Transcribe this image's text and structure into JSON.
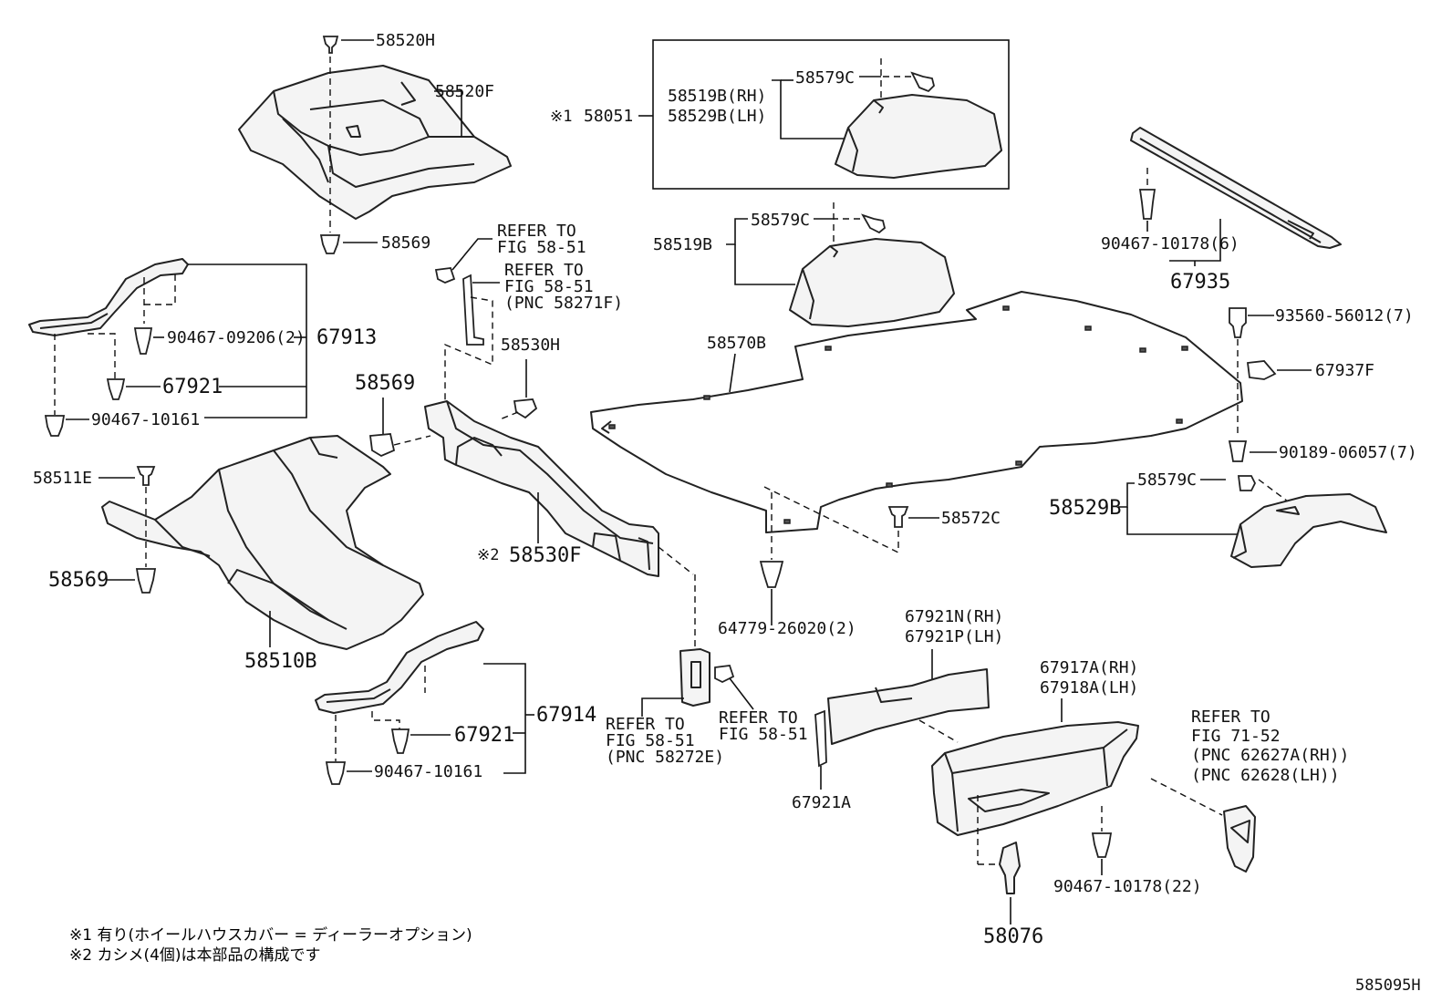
{
  "parts": {
    "p58520H": "58520H",
    "p58520F": "58520F",
    "p58569_top": "58569",
    "p58569_mid": "58569",
    "p58569_left": "58569",
    "p58051": "58051",
    "p58051_mark": "※1",
    "p58519B_RH": "58519B(RH)",
    "p58529B_LH": "58529B(LH)",
    "p58579C_box": "58579C",
    "p58579C_mid": "58579C",
    "p58579C_right": "58579C",
    "p58519B": "58519B",
    "p58529B": "58529B",
    "p90467_10178_6": "90467-10178(6)",
    "p67935": "67935",
    "p93560": "93560-56012(7)",
    "p67937F": "67937F",
    "p90189": "90189-06057(7)",
    "p58570B": "58570B",
    "p58572C": "58572C",
    "p64779": "64779-26020(2)",
    "p90467_09206": "90467-09206(2)",
    "p67913": "67913",
    "p67921_a": "67921",
    "p67921_b": "67921",
    "p90467_10161_a": "90467-10161",
    "p90467_10161_b": "90467-10161",
    "p58530H": "58530H",
    "p58530F": "58530F",
    "p58530F_mark": "※2",
    "p58511E": "58511E",
    "p58510B": "58510B",
    "p67914": "67914",
    "p67921N": "67921N(RH)",
    "p67921P": "67921P(LH)",
    "p67921A": "67921A",
    "p67917A": "67917A(RH)",
    "p67918A": "67918A(LH)",
    "p90467_10178_22": "90467-10178(22)",
    "p58076": "58076"
  },
  "refs": {
    "r1": [
      "REFER TO",
      "FIG 58-51"
    ],
    "r2": [
      "REFER TO",
      "FIG 58-51",
      "(PNC 58271F)"
    ],
    "r3": [
      "REFER TO",
      "FIG 58-51",
      "(PNC 58272E)"
    ],
    "r4": [
      "REFER TO",
      "FIG 58-51"
    ],
    "r5": [
      "REFER TO",
      "FIG 71-52",
      "(PNC 62627A(RH))",
      "(PNC 62628(LH))"
    ]
  },
  "notes": {
    "n1": "※1 有り(ホイールハウスカバー = ディーラーオプション)",
    "n2": "※2 カシメ(4個)は本部品の構成です"
  },
  "figure_id": "585095H"
}
